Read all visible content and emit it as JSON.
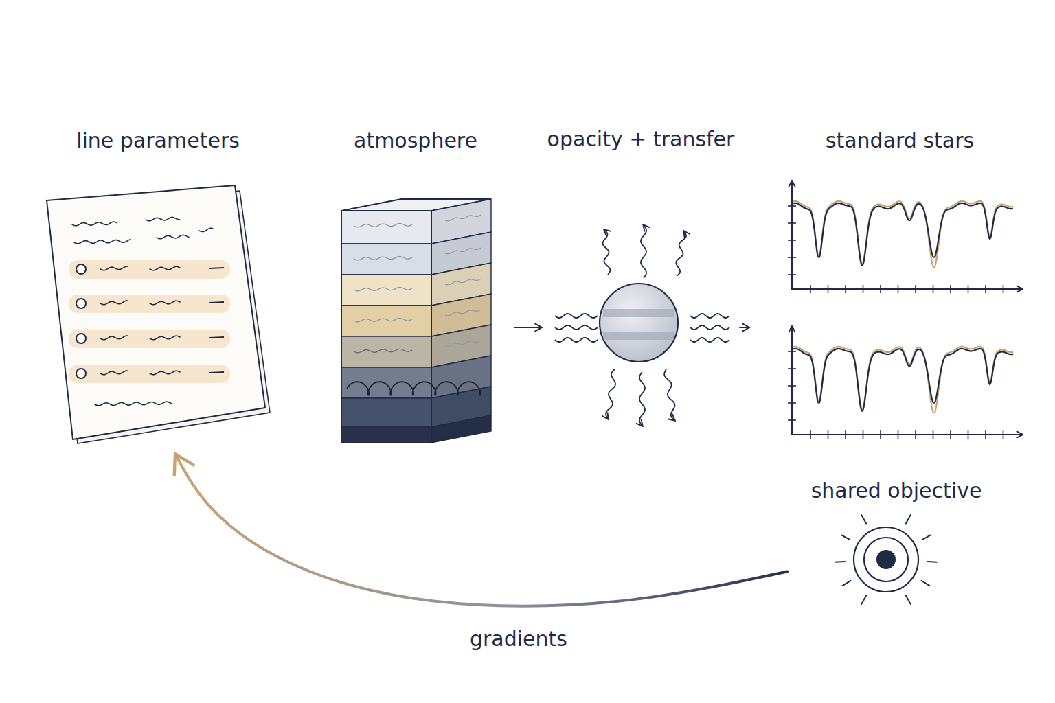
{
  "diagram": {
    "nodes": [
      {
        "text": [
          "line parameters"
        ]
      },
      {
        "text": [
          "atmosphere"
        ]
      },
      {
        "text": [
          "opacity + transfer"
        ]
      },
      {
        "text": [
          "standard stars"
        ]
      },
      {
        "text": [
          "shared objective"
        ]
      }
    ],
    "edges": [
      {
        "from": 1,
        "to": 2,
        "arrow": "to"
      },
      {
        "from": 2,
        "to": 3,
        "arrow": "to"
      },
      {
        "from": 4,
        "to": 0,
        "arrow": "to",
        "label": "gradients"
      }
    ]
  }
}
